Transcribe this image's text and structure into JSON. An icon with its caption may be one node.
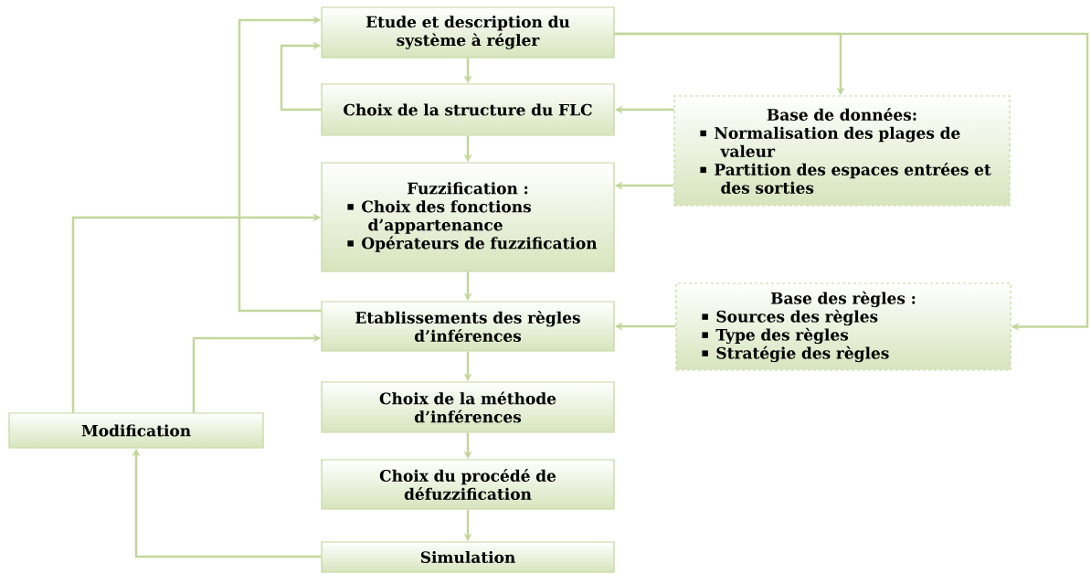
{
  "diagram": {
    "nodes": [
      {
        "text": [
          "Etude et description du système à régler"
        ]
      },
      {
        "text": [
          "Choix de la structure du FLC"
        ]
      },
      {
        "text": [
          "Fuzzification :",
          "Choix des fonctions d’appartenance",
          "Opérateurs de fuzzification"
        ]
      },
      {
        "text": [
          "Etablissements des règles d’inférences"
        ]
      },
      {
        "text": [
          "Choix  de la méthode d’inférences"
        ]
      },
      {
        "text": [
          "Choix  du procédé de défuzzification"
        ]
      },
      {
        "text": [
          "Simulation"
        ]
      },
      {
        "text": [
          "Modification"
        ]
      },
      {
        "text": [
          "Base de données:",
          "Normalisation des plages de valeur",
          "Partition des espaces entrées et des sorties"
        ]
      },
      {
        "text": [
          "Base des règles :",
          "Sources des règles",
          "Type des règles",
          "Stratégie des règles"
        ]
      }
    ],
    "edges": [
      {
        "from": 0,
        "to": 1,
        "arrow": "to"
      },
      {
        "from": 1,
        "to": 2,
        "arrow": "to"
      },
      {
        "from": 2,
        "to": 3,
        "arrow": "to"
      },
      {
        "from": 3,
        "to": 4,
        "arrow": "to"
      },
      {
        "from": 4,
        "to": 5,
        "arrow": "to"
      },
      {
        "from": 5,
        "to": 6,
        "arrow": "to"
      },
      {
        "from": 6,
        "to": 7,
        "arrow": "to"
      },
      {
        "from": 7,
        "to": 2,
        "arrow": "to"
      },
      {
        "from": 7,
        "to": 3,
        "arrow": "to"
      },
      {
        "from": 3,
        "to": 0,
        "arrow": "to"
      },
      {
        "from": 1,
        "to": 0,
        "arrow": "to"
      },
      {
        "from": 0,
        "to": 8,
        "arrow": "to"
      },
      {
        "from": 0,
        "to": 9,
        "arrow": "to"
      },
      {
        "from": 8,
        "to": 1,
        "arrow": "to"
      },
      {
        "from": 8,
        "to": 2,
        "arrow": "to"
      },
      {
        "from": 9,
        "to": 3,
        "arrow": "to"
      }
    ]
  }
}
